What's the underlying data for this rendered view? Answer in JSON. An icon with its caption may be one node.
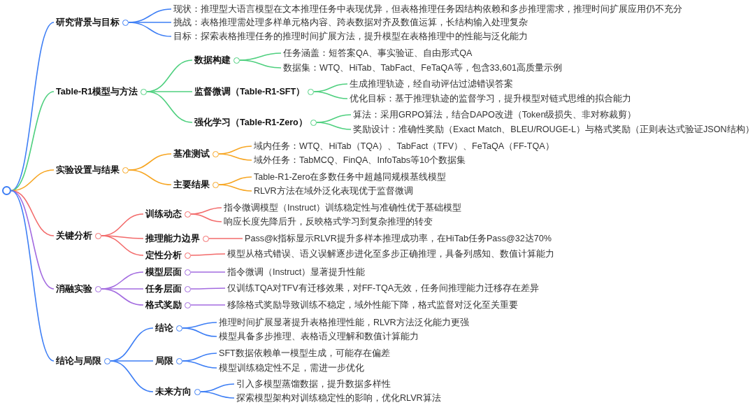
{
  "diagram": {
    "nodes": [
      {
        "text": [],
        "shape": "circle"
      },
      {
        "text": [
          "研究背景与目标"
        ]
      },
      {
        "text": [
          "现状：推理型大语言模型在文本推理任务中表现优异，但表格推理任务因结构依赖和多步推理需求，推理时间扩展应用仍不充分"
        ]
      },
      {
        "text": [
          "挑战：表格推理需处理多样单元格内容、跨表数据对齐及数值运算，长结构输入处理复杂"
        ]
      },
      {
        "text": [
          "目标：探索表格推理任务的推理时间扩展方法，提升模型在表格推理中的性能与泛化能力"
        ]
      },
      {
        "text": [
          "Table-R1模型与方法"
        ]
      },
      {
        "text": [
          "数据构建"
        ]
      },
      {
        "text": [
          "任务涵盖：短答案QA、事实验证、自由形式QA"
        ]
      },
      {
        "text": [
          "数据集：WTQ、HiTab、TabFact、FeTaQA等，包含33,601高质量示例"
        ]
      },
      {
        "text": [
          "监督微调（Table-R1-SFT）"
        ]
      },
      {
        "text": [
          "生成推理轨迹，经自动评估过滤错误答案"
        ]
      },
      {
        "text": [
          "优化目标：基于推理轨迹的监督学习，提升模型对链式思维的拟合能力"
        ]
      },
      {
        "text": [
          "强化学习（Table-R1-Zero）"
        ]
      },
      {
        "text": [
          "算法：采用GRPO算法，结合DAPO改进（Token级损失、非对称裁剪）"
        ]
      },
      {
        "text": [
          "奖励设计：准确性奖励（Exact Match、BLEU/ROUGE-L）与格式奖励（正则表达式验证JSON结构）"
        ]
      },
      {
        "text": [
          "实验设置与结果"
        ]
      },
      {
        "text": [
          "基准测试"
        ]
      },
      {
        "text": [
          "域内任务：WTQ、HiTab（TQA）、TabFact（TFV）、FeTaQA（FF-TQA）"
        ]
      },
      {
        "text": [
          "域外任务：TabMCQ、FinQA、InfoTabs等10个数据集"
        ]
      },
      {
        "text": [
          "主要结果"
        ]
      },
      {
        "text": [
          "Table-R1-Zero在多数任务中超越同规模基线模型"
        ]
      },
      {
        "text": [
          "RLVR方法在域外泛化表现优于监督微调"
        ]
      },
      {
        "text": [
          "关键分析"
        ]
      },
      {
        "text": [
          "训练动态"
        ]
      },
      {
        "text": [
          "指令微调模型（Instruct）训练稳定性与准确性优于基础模型"
        ]
      },
      {
        "text": [
          "响应长度先降后升，反映格式学习到复杂推理的转变"
        ]
      },
      {
        "text": [
          "推理能力边界"
        ]
      },
      {
        "text": [
          "Pass@k指标显示RLVR提升多样本推理成功率，在HiTab任务Pass@32达70%"
        ]
      },
      {
        "text": [
          "定性分析"
        ]
      },
      {
        "text": [
          "模型从格式错误、语义误解逐步进化至多步正确推理，具备列感知、数值计算能力"
        ]
      },
      {
        "text": [
          "消融实验"
        ]
      },
      {
        "text": [
          "模型层面"
        ]
      },
      {
        "text": [
          "指令微调（Instruct）显著提升性能"
        ]
      },
      {
        "text": [
          "任务层面"
        ]
      },
      {
        "text": [
          "仅训练TQA对TFV有迁移效果，对FF-TQA无效，任务间推理能力迁移存在差异"
        ]
      },
      {
        "text": [
          "格式奖励"
        ]
      },
      {
        "text": [
          "移除格式奖励导致训练不稳定，域外性能下降，格式监督对泛化至关重要"
        ]
      },
      {
        "text": [
          "结论与局限"
        ]
      },
      {
        "text": [
          "结论"
        ]
      },
      {
        "text": [
          "推理时间扩展显著提升表格推理性能，RLVR方法泛化能力更强"
        ]
      },
      {
        "text": [
          "模型具备多步推理、表格语义理解和数值计算能力"
        ]
      },
      {
        "text": [
          "局限"
        ]
      },
      {
        "text": [
          "SFT数据依赖单一模型生成，可能存在偏差"
        ]
      },
      {
        "text": [
          "模型训练稳定性不足，需进一步优化"
        ]
      },
      {
        "text": [
          "未来方向"
        ]
      },
      {
        "text": [
          "引入多模型蒸馏数据，提升数据多样性"
        ]
      },
      {
        "text": [
          "探索模型架构对训练稳定性的影响，优化RLVR算法"
        ]
      }
    ],
    "edges": [
      {
        "from": 0,
        "to": 1,
        "arrow": "none",
        "color": "#3d7ef5"
      },
      {
        "from": 1,
        "to": 2,
        "arrow": "none",
        "color": "#3d7ef5"
      },
      {
        "from": 1,
        "to": 3,
        "arrow": "none",
        "color": "#3d7ef5"
      },
      {
        "from": 1,
        "to": 4,
        "arrow": "none",
        "color": "#3d7ef5"
      },
      {
        "from": 0,
        "to": 5,
        "arrow": "none",
        "color": "#4fd07f"
      },
      {
        "from": 5,
        "to": 6,
        "arrow": "none",
        "color": "#4fd07f"
      },
      {
        "from": 6,
        "to": 7,
        "arrow": "none",
        "color": "#4fd07f"
      },
      {
        "from": 6,
        "to": 8,
        "arrow": "none",
        "color": "#4fd07f"
      },
      {
        "from": 5,
        "to": 9,
        "arrow": "none",
        "color": "#4fd07f"
      },
      {
        "from": 9,
        "to": 10,
        "arrow": "none",
        "color": "#4fd07f"
      },
      {
        "from": 9,
        "to": 11,
        "arrow": "none",
        "color": "#4fd07f"
      },
      {
        "from": 5,
        "to": 12,
        "arrow": "none",
        "color": "#4fd07f"
      },
      {
        "from": 12,
        "to": 13,
        "arrow": "none",
        "color": "#4fd07f"
      },
      {
        "from": 12,
        "to": 14,
        "arrow": "none",
        "color": "#4fd07f"
      },
      {
        "from": 0,
        "to": 15,
        "arrow": "none",
        "color": "#f7a623"
      },
      {
        "from": 15,
        "to": 16,
        "arrow": "none",
        "color": "#f7a623"
      },
      {
        "from": 16,
        "to": 17,
        "arrow": "none",
        "color": "#f7a623"
      },
      {
        "from": 16,
        "to": 18,
        "arrow": "none",
        "color": "#f7a623"
      },
      {
        "from": 15,
        "to": 19,
        "arrow": "none",
        "color": "#f7a623"
      },
      {
        "from": 19,
        "to": 20,
        "arrow": "none",
        "color": "#f7a623"
      },
      {
        "from": 19,
        "to": 21,
        "arrow": "none",
        "color": "#f7a623"
      },
      {
        "from": 0,
        "to": 22,
        "arrow": "none",
        "color": "#f36b6b"
      },
      {
        "from": 22,
        "to": 23,
        "arrow": "none",
        "color": "#f36b6b"
      },
      {
        "from": 23,
        "to": 24,
        "arrow": "none",
        "color": "#f36b6b"
      },
      {
        "from": 23,
        "to": 25,
        "arrow": "none",
        "color": "#f36b6b"
      },
      {
        "from": 22,
        "to": 26,
        "arrow": "none",
        "color": "#f36b6b"
      },
      {
        "from": 26,
        "to": 27,
        "arrow": "none",
        "color": "#f36b6b"
      },
      {
        "from": 22,
        "to": 28,
        "arrow": "none",
        "color": "#f36b6b"
      },
      {
        "from": 28,
        "to": 29,
        "arrow": "none",
        "color": "#f36b6b"
      },
      {
        "from": 0,
        "to": 30,
        "arrow": "none",
        "color": "#a36be0"
      },
      {
        "from": 30,
        "to": 31,
        "arrow": "none",
        "color": "#a36be0"
      },
      {
        "from": 31,
        "to": 32,
        "arrow": "none",
        "color": "#a36be0"
      },
      {
        "from": 30,
        "to": 33,
        "arrow": "none",
        "color": "#a36be0"
      },
      {
        "from": 33,
        "to": 34,
        "arrow": "none",
        "color": "#a36be0"
      },
      {
        "from": 30,
        "to": 35,
        "arrow": "none",
        "color": "#a36be0"
      },
      {
        "from": 35,
        "to": 36,
        "arrow": "none",
        "color": "#a36be0"
      },
      {
        "from": 0,
        "to": 37,
        "arrow": "none",
        "color": "#3d7ef5"
      },
      {
        "from": 37,
        "to": 38,
        "arrow": "none",
        "color": "#3d7ef5"
      },
      {
        "from": 38,
        "to": 39,
        "arrow": "none",
        "color": "#3d7ef5"
      },
      {
        "from": 38,
        "to": 40,
        "arrow": "none",
        "color": "#3d7ef5"
      },
      {
        "from": 37,
        "to": 41,
        "arrow": "none",
        "color": "#3d7ef5"
      },
      {
        "from": 41,
        "to": 42,
        "arrow": "none",
        "color": "#3d7ef5"
      },
      {
        "from": 41,
        "to": 43,
        "arrow": "none",
        "color": "#3d7ef5"
      },
      {
        "from": 37,
        "to": 44,
        "arrow": "none",
        "color": "#3d7ef5"
      },
      {
        "from": 44,
        "to": 45,
        "arrow": "none",
        "color": "#3d7ef5"
      },
      {
        "from": 44,
        "to": 46,
        "arrow": "none",
        "color": "#3d7ef5"
      }
    ]
  }
}
